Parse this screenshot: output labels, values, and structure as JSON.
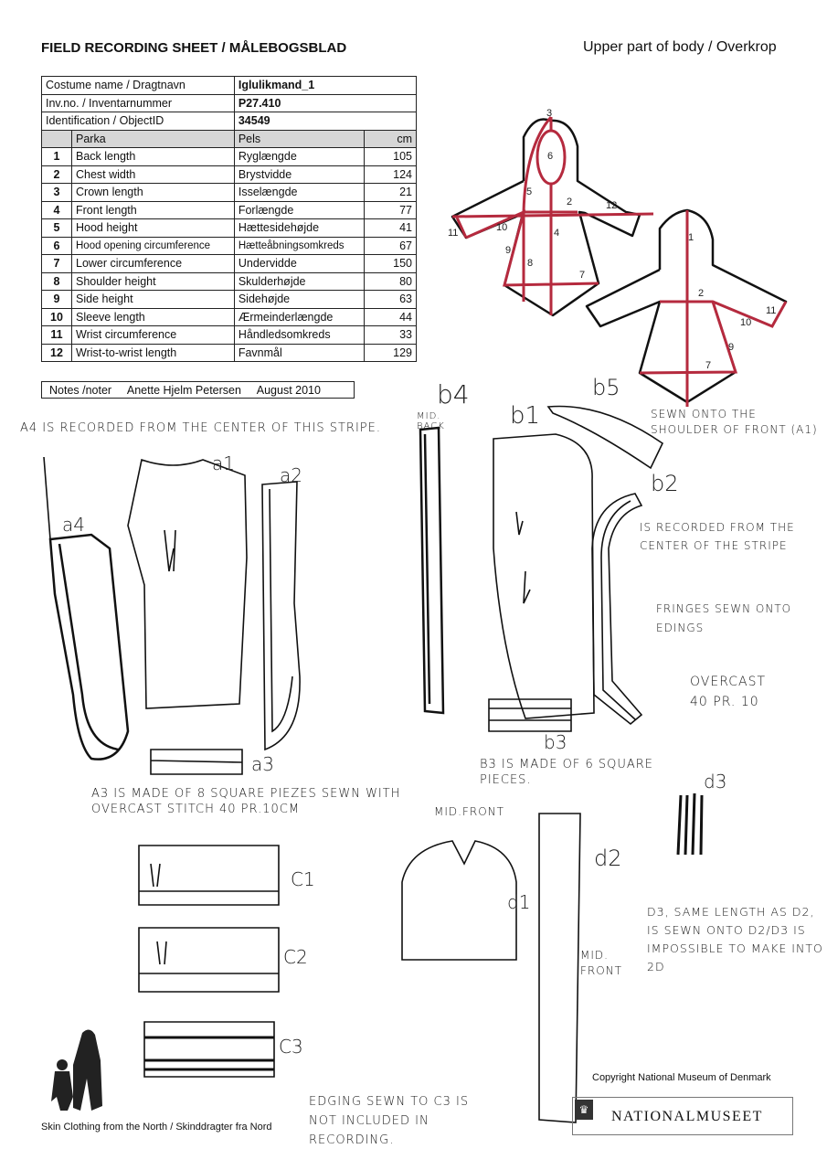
{
  "header": {
    "title": "FIELD RECORDING SHEET / MÅLEBOGSBLAD",
    "subtitle": "Upper part of body / Overkrop"
  },
  "info": {
    "costume_label": "Costume name / Dragtnavn",
    "costume_value": "Iglulikmand_1",
    "inv_label": "Inv.no. / Inventarnummer",
    "inv_value": "P27.410",
    "id_label": "Identification / ObjectID",
    "id_value": "34549"
  },
  "table": {
    "headers": [
      "Parka",
      "Pels",
      "cm"
    ],
    "rows": [
      {
        "n": "1",
        "en": "Back length",
        "da": "Ryglængde",
        "cm": "105"
      },
      {
        "n": "2",
        "en": "Chest width",
        "da": "Brystvidde",
        "cm": "124"
      },
      {
        "n": "3",
        "en": "Crown length",
        "da": "Isselængde",
        "cm": "21"
      },
      {
        "n": "4",
        "en": "Front length",
        "da": "Forlængde",
        "cm": "77"
      },
      {
        "n": "5",
        "en": "Hood height",
        "da": "Hættesidehøjde",
        "cm": "41"
      },
      {
        "n": "6",
        "en": "Hood opening circumference",
        "da": "Hætteåbningsomkreds",
        "cm": "67"
      },
      {
        "n": "7",
        "en": "Lower circumference",
        "da": "Undervidde",
        "cm": "150"
      },
      {
        "n": "8",
        "en": "Shoulder height",
        "da": "Skulderhøjde",
        "cm": "80"
      },
      {
        "n": "9",
        "en": "Side height",
        "da": "Sidehøjde",
        "cm": "63"
      },
      {
        "n": "10",
        "en": "Sleeve length",
        "da": "Ærmeinderlængde",
        "cm": "44"
      },
      {
        "n": "11",
        "en": "Wrist circumference",
        "da": "Håndledsomkreds",
        "cm": "33"
      },
      {
        "n": "12",
        "en": "Wrist-to-wrist length",
        "da": "Favnmål",
        "cm": "129"
      }
    ]
  },
  "notes": {
    "label": "Notes /noter",
    "author": "Anette Hjelm Petersen",
    "date": "August 2010"
  },
  "diagram": {
    "front_numbers": [
      "3",
      "6",
      "5",
      "2",
      "12",
      "11",
      "10",
      "4",
      "9",
      "8",
      "7"
    ],
    "back_numbers": [
      "1",
      "2",
      "11",
      "10",
      "9",
      "7"
    ],
    "line_color": "#b52a3e"
  },
  "sketch_labels": {
    "a1": "a1",
    "a2": "a2",
    "a3": "a3",
    "a4": "a4",
    "b1": "b1",
    "b2": "b2",
    "b3": "b3",
    "b4": "b4",
    "b5": "b5",
    "c1": "C1",
    "c2": "C2",
    "c3": "C3",
    "d1": "d1",
    "d2": "d2",
    "d3": "d3"
  },
  "handwritten": {
    "a4_note": "a4 is recorded from the center of this stripe.",
    "mid_back": "Mid. back",
    "b5_note": "Sewn onto the shoulder of front (a1)",
    "b2_note": "Is recorded from the center of the stripe",
    "fringes": "Fringes sewn onto edings",
    "overcast": "Overcast 40 pr. 10",
    "b3_note": "b3 is made of 6 square pieces.",
    "a3_note": "a3 is made of 8 square piezes sewn with overcast stitch 40 pr.10cm",
    "mid_front_top": "Mid.front",
    "mid_front_side": "Mid. front",
    "d3_note": "d3, same length as d2, is sewn onto d2/d3 is impossible to make into 2D",
    "c3_note": "Edging sewn to C3 is not included in recording."
  },
  "footer": {
    "project": "Skin Clothing from the North / Skinddragter fra Nord",
    "copyright": "Copyright National Museum of Denmark",
    "logo": "NATIONALMUSEET"
  }
}
